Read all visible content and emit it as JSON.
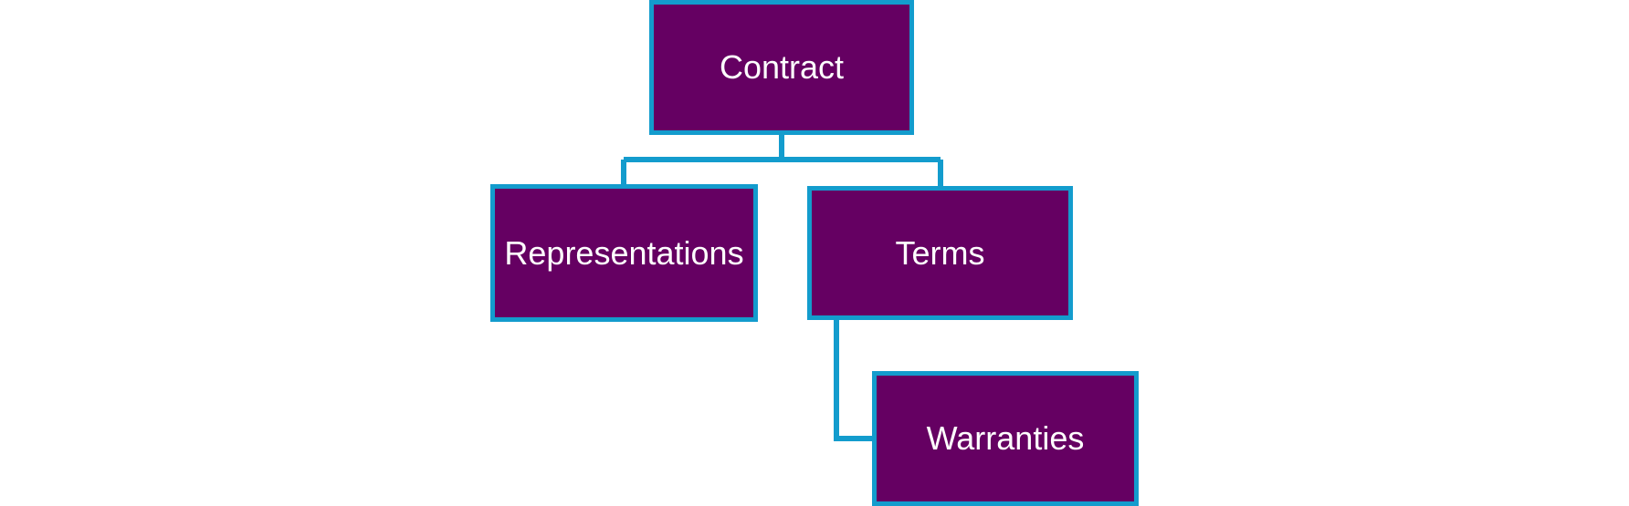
{
  "colors": {
    "node_fill": "#650062",
    "node_border": "#139ccd",
    "connector": "#139ccd",
    "label_text": "#ffffff"
  },
  "nodes": {
    "contract": {
      "label": "Contract"
    },
    "representations": {
      "label": "Representations"
    },
    "terms": {
      "label": "Terms"
    },
    "warranties": {
      "label": "Warranties"
    }
  },
  "edges": [
    {
      "from": "contract",
      "to": "representations"
    },
    {
      "from": "contract",
      "to": "terms"
    },
    {
      "from": "terms",
      "to": "warranties"
    }
  ]
}
